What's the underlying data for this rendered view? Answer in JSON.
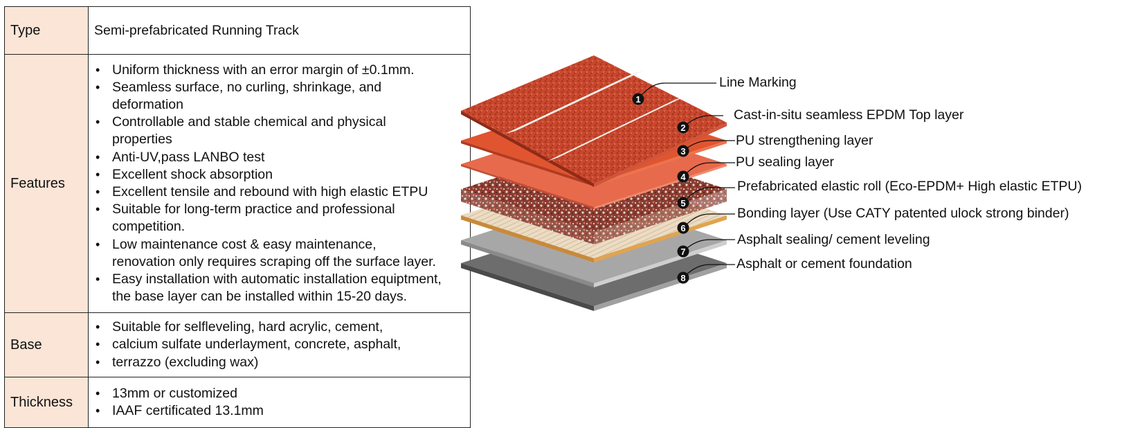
{
  "table": {
    "rows": [
      {
        "label": "Type",
        "text": "Semi-prefabricated Running Track"
      },
      {
        "label": "Features",
        "bullets": [
          "Uniform thickness with an error margin of ±0.1mm.",
          "Seamless surface, no curling, shrinkage, and\ndeformation",
          "Controllable and stable chemical and physical\nproperties",
          "Anti-UV,pass LANBO test",
          "Excellent shock absorption",
          "Excellent tensile and rebound with high elastic ETPU",
          "Suitable for long-term practice and professional\ncompetition.",
          "Low maintenance cost & easy maintenance,\n renovation only requires scraping off the surface layer.",
          "Easy installation with automatic installation equiptment,\n the base layer can be installed within 15-20 days."
        ]
      },
      {
        "label": "Base",
        "bullets": [
          "Suitable for selfleveling, hard acrylic, cement,",
          "calcium sulfate underlayment, concrete, asphalt,",
          "terrazzo (excluding wax)"
        ]
      },
      {
        "label": "Thickness",
        "bullets": [
          "13mm or customized",
          "IAAF certificated 13.1mm"
        ]
      }
    ]
  },
  "layers": [
    {
      "num": "1",
      "label": "Line Marking"
    },
    {
      "num": "2",
      "label": "Cast-in-situ seamless EPDM Top layer"
    },
    {
      "num": "3",
      "label": "PU strengthening layer"
    },
    {
      "num": "4",
      "label": "PU sealing layer"
    },
    {
      "num": "5",
      "label": "Prefabricated elastic roll (Eco-EPDM+ High elastic ETPU)"
    },
    {
      "num": "6",
      "label": "Bonding layer (Use CATY patented ulock strong binder)"
    },
    {
      "num": "7",
      "label": "Asphalt sealing/ cement leveling"
    },
    {
      "num": "8",
      "label": "Asphalt or cement foundation"
    }
  ],
  "colors": {
    "label_cell_bg": "#fbe5d6",
    "top_layer": "#c8482e",
    "strengthening_layer": "#e0552f",
    "sealing_layer": "#e86a4c",
    "bonding_layer": "#e8d8c0",
    "asphalt_sealing": "#a7a7a7",
    "foundation": "#6d6d6d"
  }
}
